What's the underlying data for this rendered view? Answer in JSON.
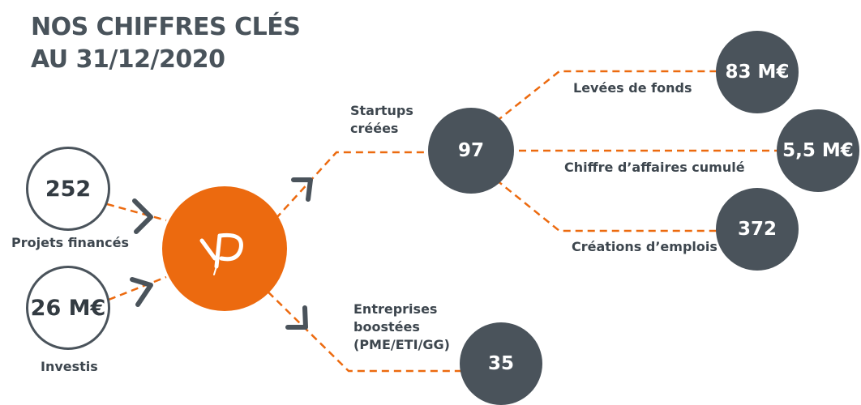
{
  "title": {
    "line1": "NOS CHIFFRES CLÉS",
    "line2": "AU 31/12/2020"
  },
  "colors": {
    "accent": "#ec6a0f",
    "dark": "#4a535b"
  },
  "logo": {
    "name": "vp-logo"
  },
  "inputs": [
    {
      "value": "252",
      "label": "Projets financés"
    },
    {
      "value": "26 M€",
      "label": "Investis"
    }
  ],
  "startups": {
    "label_line1": "Startups",
    "label_line2": "créées",
    "value": "97"
  },
  "outcomes": [
    {
      "value": "83 M€",
      "label": "Levées de fonds"
    },
    {
      "value": "5,5 M€",
      "label": "Chiffre d’affaires cumulé"
    },
    {
      "value": "372",
      "label": "Créations d’emplois"
    }
  ],
  "entreprises": {
    "label_line1": "Entreprises",
    "label_line2": "boostées",
    "label_line3": "(PME/ETI/GG)",
    "value": "35"
  }
}
